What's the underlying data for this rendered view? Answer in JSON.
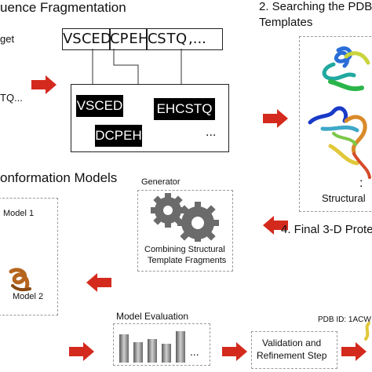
{
  "step1": {
    "title": "uence Fragmentation",
    "side_label_1": "get",
    "side_label_2": "TQ...",
    "sequence": [
      "V",
      "S",
      "C",
      "E",
      "D",
      "C",
      "P",
      "E",
      "H",
      "C",
      "S",
      "T",
      "Q"
    ],
    "sequence_tail": ",...",
    "fragments": [
      "VSCED",
      "EHCSTQ",
      "DCPEH"
    ],
    "fragment_ellipsis": "..."
  },
  "step2": {
    "title_line1": "2. Searching the PDB",
    "title_line2": "Templates",
    "structural_label": "Structural",
    "ellipsis": ":"
  },
  "step3": {
    "title": "onformation Models",
    "model1_label": "Model 1",
    "model2_label": "Model 2"
  },
  "generator": {
    "label": "Generator",
    "caption_line1": "Combining Structural",
    "caption_line2": "Template Fragments"
  },
  "step4": {
    "title": "4. Final 3-D Prote",
    "pdb_id": "PDB ID: 1ACW"
  },
  "evaluation": {
    "label": "Model Evaluation",
    "ellipsis": "..."
  },
  "refinement": {
    "line1": "Validation and",
    "line2": "Refinement Step"
  },
  "colors": {
    "arrow": "#d42a1e",
    "gear": "#6b6b6b",
    "protein_model": "#b5651d"
  }
}
